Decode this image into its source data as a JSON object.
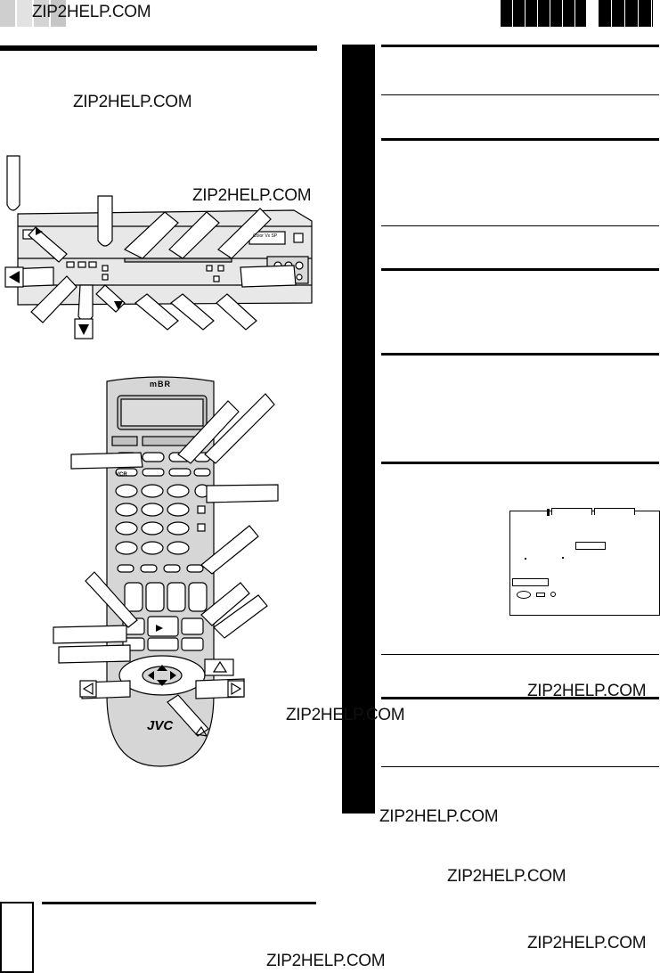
{
  "watermark_text": "ZIP2HELP.COM",
  "vcr": {
    "display_text": "Color  Vx SP"
  },
  "remote": {
    "brand_top": "mBR",
    "brand_logo": "JVC",
    "label_vcr": "VCR"
  },
  "osd": {
    "dark": "#000000"
  }
}
